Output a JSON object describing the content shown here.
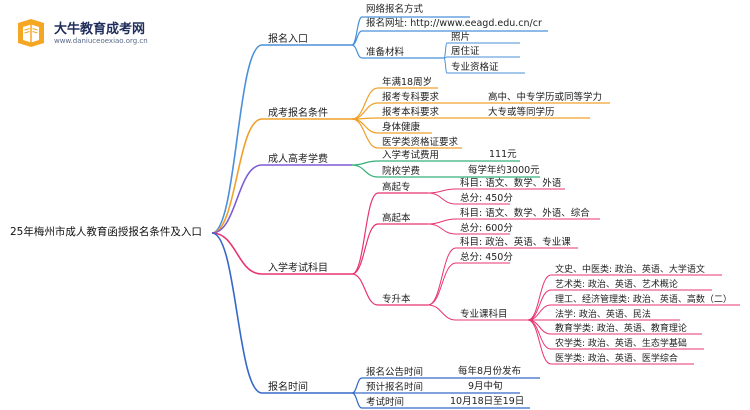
{
  "logo": {
    "title": "大牛教育成考网",
    "url": "www.daniuceoexiao.org.cn"
  },
  "colors": {
    "blue": "#4a90d9",
    "orange": "#f0a02a",
    "purple": "#7b5bd6",
    "green": "#35b07a",
    "pink": "#e8336f",
    "navy": "#3569c8"
  },
  "mindmap": {
    "root": "25年梅州市成人教育函授报名条件及入口",
    "branches": [
      {
        "label": "报名入口",
        "children": [
          {
            "label": "网络报名方式"
          },
          {
            "label": "报名网址: http://www.eeagd.edu.cn/cr"
          },
          {
            "label": "准备材料",
            "children": [
              "照片",
              "居住证",
              "专业资格证"
            ]
          }
        ]
      },
      {
        "label": "成考报名条件",
        "children": [
          {
            "label": "年满18周岁"
          },
          {
            "label": "报考专科要求",
            "value": "高中、中专学历或同等学力"
          },
          {
            "label": "报考本科要求",
            "value": "大专或等同学历"
          },
          {
            "label": "身体健康"
          },
          {
            "label": "医学类资格证要求"
          }
        ]
      },
      {
        "label": "成人高考学费",
        "children": [
          {
            "label": "入学考试费用",
            "value": "111元"
          },
          {
            "label": "院校学费",
            "value": "每学年约3000元"
          }
        ]
      },
      {
        "label": "入学考试科目",
        "children": [
          {
            "label": "高起专",
            "children": [
              "科目: 语文、数学、外语",
              "总分: 450分"
            ]
          },
          {
            "label": "高起本",
            "children": [
              "科目: 语文、数学、外语、综合",
              "总分: 600分"
            ]
          },
          {
            "label": "专升本",
            "children": [
              "科目: 政治、英语、专业课",
              "总分: 450分"
            ],
            "sub": {
              "label": "专业课科目",
              "children": [
                "文史、中医类: 政治、英语、大学语文",
                "艺术类: 政治、英语、艺术概论",
                "理工、经济管理类: 政治、英语、高数（二）",
                "法学: 政治、英语、民法",
                "教育学类: 政治、英语、教育理论",
                "农学类: 政治、英语、生态学基础",
                "医学类: 政治、英语、医学综合"
              ]
            }
          }
        ]
      },
      {
        "label": "报名时间",
        "children": [
          {
            "label": "报名公告时间",
            "value": "每年8月份发布"
          },
          {
            "label": "预计报名时间",
            "value": "9月中旬"
          },
          {
            "label": "考试时间",
            "value": "10月18日至19日"
          }
        ]
      }
    ]
  }
}
